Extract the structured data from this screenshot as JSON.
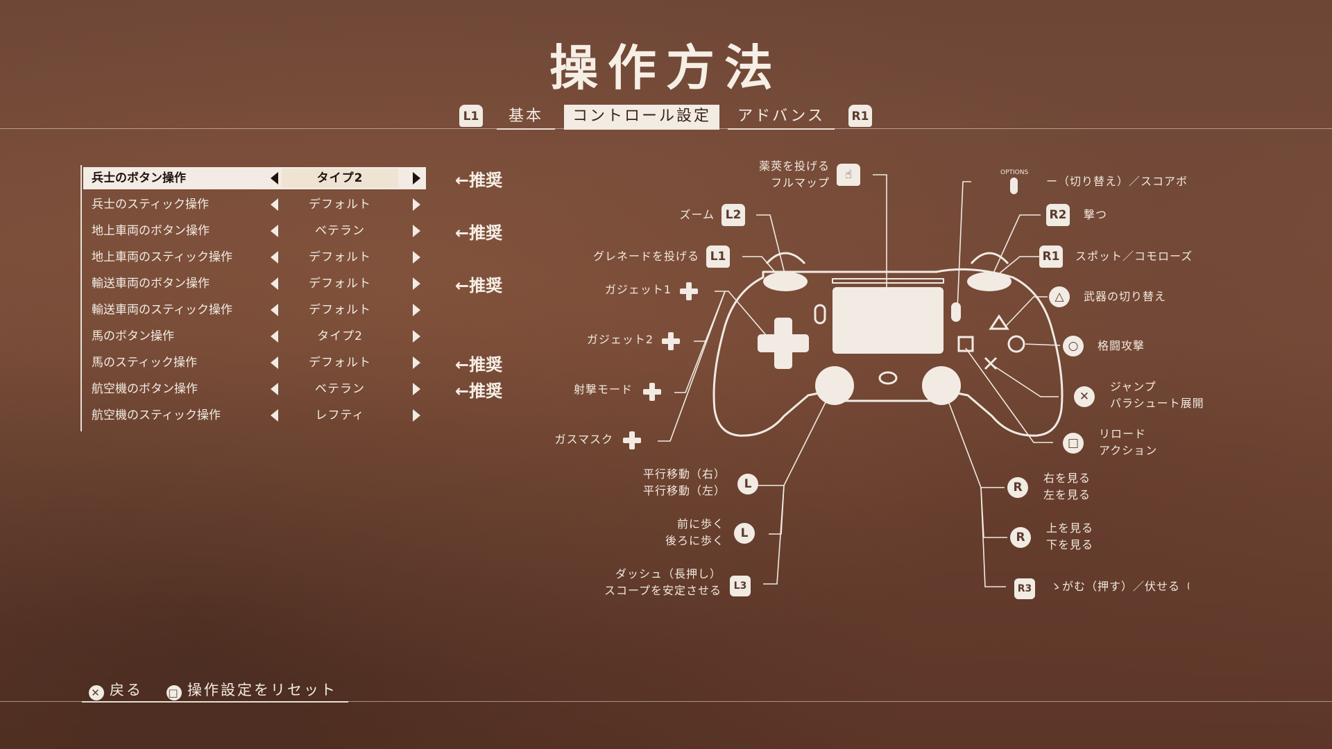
{
  "header": {
    "title": "操作方法"
  },
  "tabs": {
    "prev_bumper": "L1",
    "next_bumper": "R1",
    "items": [
      {
        "label": "基本"
      },
      {
        "label": "コントロール設定"
      },
      {
        "label": "アドバンス"
      }
    ],
    "active_index": 1
  },
  "settings": [
    {
      "label": "兵士のボタン操作",
      "value": "タイプ2",
      "recommended": "←推奨"
    },
    {
      "label": "兵士のスティック操作",
      "value": "デフォルト",
      "recommended": ""
    },
    {
      "label": "地上車両のボタン操作",
      "value": "ベテラン",
      "recommended": "←推奨"
    },
    {
      "label": "地上車両のスティック操作",
      "value": "デフォルト",
      "recommended": ""
    },
    {
      "label": "輸送車両のボタン操作",
      "value": "デフォルト",
      "recommended": "←推奨"
    },
    {
      "label": "輸送車両のスティック操作",
      "value": "デフォルト",
      "recommended": ""
    },
    {
      "label": "馬のボタン操作",
      "value": "タイプ2",
      "recommended": ""
    },
    {
      "label": "馬のスティック操作",
      "value": "デフォルト",
      "recommended": "←推奨"
    },
    {
      "label": "航空機のボタン操作",
      "value": "ベテラン",
      "recommended": "←推奨"
    },
    {
      "label": "航空機のスティック操作",
      "value": "レフティ",
      "recommended": ""
    }
  ],
  "controller": {
    "left": {
      "touchpad": {
        "line1": "薬莢を投げる",
        "line2": "フルマップ"
      },
      "l2": {
        "label": "ズーム",
        "button": "L2"
      },
      "l1": {
        "label": "グレネードを投げる",
        "button": "L1"
      },
      "dpad_up": {
        "label": "ガジェット1"
      },
      "dpad_right": {
        "label": "ガジェット2"
      },
      "dpad_down": {
        "label": "射撃モード"
      },
      "dpad_left": {
        "label": "ガスマスク"
      },
      "lstick_h": {
        "line1": "平行移動（右）",
        "line2": "平行移動（左）",
        "button": "L"
      },
      "lstick_v": {
        "line1": "前に歩く",
        "line2": "後ろに歩く",
        "button": "L"
      },
      "l3": {
        "line1": "ダッシュ（長押し）",
        "line2": "スコープを安定させる",
        "button": "L3"
      }
    },
    "right": {
      "options": {
        "label": "ー（切り替え）／スコアボ",
        "button": "OPTIONS"
      },
      "r2": {
        "label": "撃つ",
        "button": "R2"
      },
      "r1": {
        "label": "スポット／コモローズ",
        "button": "R1"
      },
      "triangle": {
        "label": "武器の切り替え"
      },
      "circle": {
        "label": "格闘攻撃"
      },
      "cross": {
        "line1": "ジャンプ",
        "line2": "パラシュート展開"
      },
      "square": {
        "line1": "リロード",
        "line2": "アクション"
      },
      "rstick_h": {
        "line1": "右を見る",
        "line2": "左を見る",
        "button": "R"
      },
      "rstick_v": {
        "line1": "上を見る",
        "line2": "下を見る",
        "button": "R"
      },
      "r3": {
        "label": "ゝがむ（押す）／伏せる（!",
        "button": "R3"
      }
    }
  },
  "footer": {
    "back": {
      "icon": "✕",
      "label": "戻る"
    },
    "reset": {
      "icon": "□",
      "label": "操作設定をリセット"
    }
  }
}
